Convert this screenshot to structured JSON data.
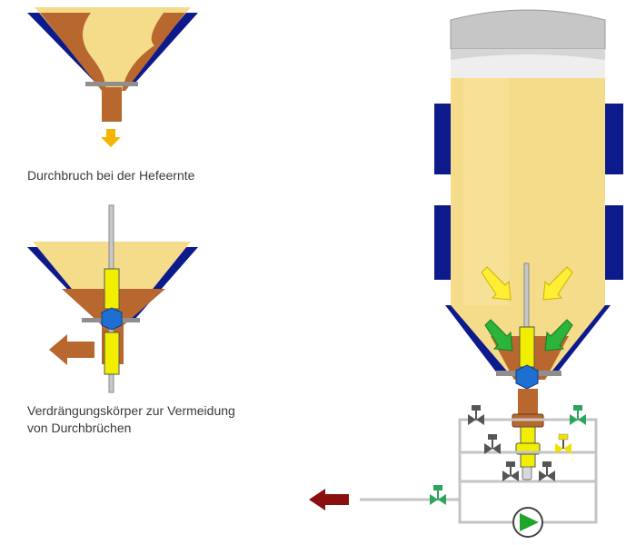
{
  "captions": {
    "breakthrough": "Durchbruch bei der Hefeernte",
    "displacement_line1": "Verdrängungskörper zur Vermeidung",
    "displacement_line2": "von Durchbrüchen"
  },
  "colors": {
    "beer": "#f5dc8a",
    "beer_light": "#fbeeb4",
    "yeast": "#b8682e",
    "jacket": "#0c1a8c",
    "steel": "#bfbfbf",
    "pipe": "#c8c8c8",
    "displacer": "#f2ee00",
    "hex": "#1e6fd0",
    "arrow_yellow": "#ffe600",
    "arrow_green": "#2bb33a",
    "arrow_orange": "#f5b400",
    "arrow_brown": "#b8682e",
    "arrow_darkred": "#8a1010",
    "valve_gray": "#555555",
    "valve_green": "#2aa55a",
    "valve_yellow": "#f2e000",
    "pump_green": "#1fa52b"
  },
  "icons": {
    "valve": "butterfly-valve-icon",
    "pump": "centrifugal-pump-icon"
  }
}
